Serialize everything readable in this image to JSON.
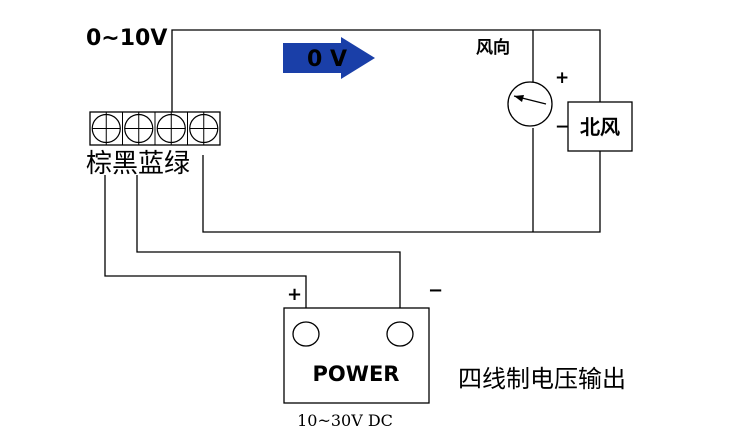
{
  "signal": {
    "range_label": "0~10V",
    "arrow_label": "0 V",
    "arrow_color": "#1a3fa8"
  },
  "sensor": {
    "title": "风向",
    "plus": "+",
    "minus": "−",
    "box_label": "北风"
  },
  "terminal": {
    "colors_label": "棕黑蓝绿",
    "count": 4
  },
  "power": {
    "plus": "+",
    "minus": "−",
    "label": "POWER",
    "voltage": "10~30V DC"
  },
  "caption": "四线制电压输出"
}
